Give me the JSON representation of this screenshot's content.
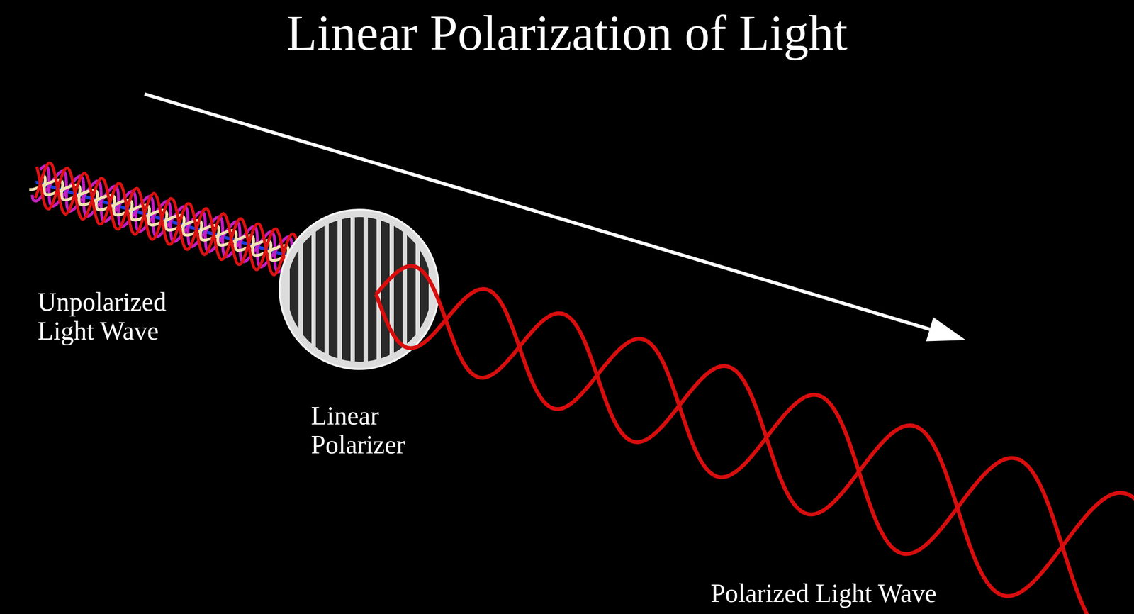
{
  "diagram": {
    "title": "Linear Polarization of Light",
    "labels": [
      "Unpolarized Light Wave",
      "Linear Polarizer",
      "Polarized Light Wave"
    ]
  }
}
